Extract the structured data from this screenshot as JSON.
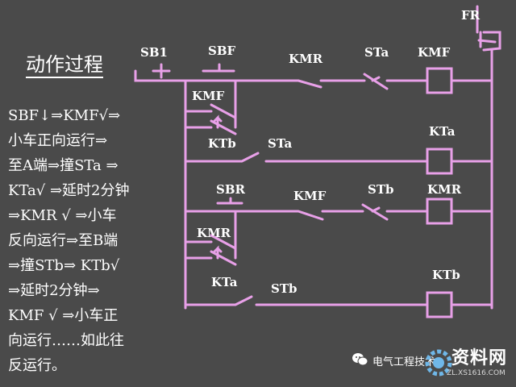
{
  "title": "动作过程",
  "description_lines": [
    "SBF↓⇒KMF√⇒",
    "小车正向运行⇒",
    "至A端⇒撞STa ⇒",
    "KTa√ ⇒延时2分钟",
    "⇒KMR √ ⇒小车",
    "反向运行⇒至B端",
    "⇒撞STb⇒ KTb√",
    "⇒延时2分钟⇒",
    "KMF √ ⇒小车正",
    "向运行……如此往",
    "反运行。"
  ],
  "labels": {
    "fr": "FR",
    "sb1": "SB1",
    "sbf": "SBF",
    "kmr_top": "KMR",
    "sta_top": "STa",
    "kmf_coil": "KMF",
    "kmf_aux": "KMF",
    "ktb_top": "KTb",
    "sta_mid": "STa",
    "kta_coil": "KTa",
    "sbr": "SBR",
    "kmf_bot": "KMF",
    "stb_bot": "STb",
    "kmr_coil": "KMR",
    "kmr_aux": "KMR",
    "kta_bot": "KTa",
    "stb_low": "STb",
    "ktb_coil": "KTb"
  },
  "watermark": {
    "text": "电气工程技术",
    "logo_text": "资料网",
    "logo_url": "ZL.XS1616.COM"
  },
  "colors": {
    "background": "#4a4a4a",
    "wire": "#e8a0e8",
    "text": "#ffffff"
  }
}
